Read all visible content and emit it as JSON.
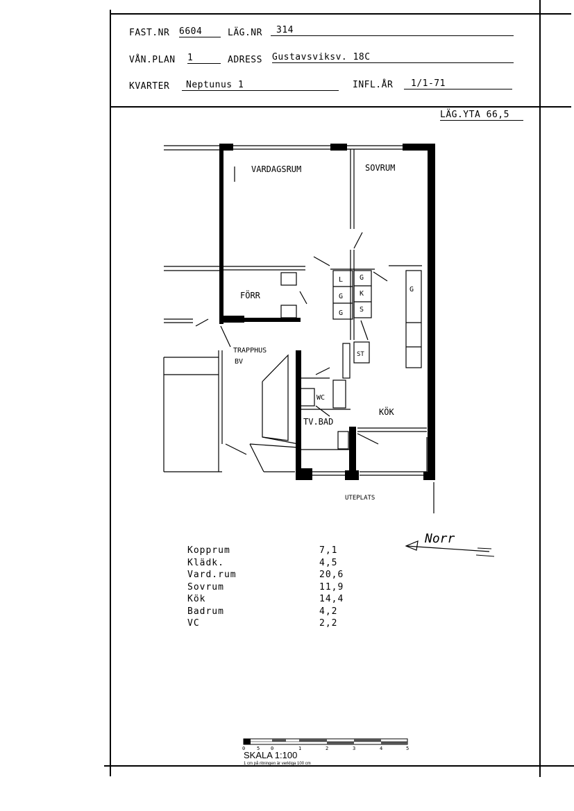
{
  "header": {
    "fast_nr_label": "FAST.NR",
    "fast_nr_value": "6604",
    "lag_nr_label": "LÄG.NR",
    "lag_nr_value": "314",
    "van_plan_label": "VÅN.PLAN",
    "van_plan_value": "1",
    "adress_label": "ADRESS",
    "adress_value": "Gustavsviksv. 18C",
    "kvarter_label": "KVARTER",
    "kvarter_value": "Neptunus 1",
    "infl_ar_label": "INFL.ÅR",
    "infl_ar_value": "1/1-71",
    "lag_yta": "LÄG.YTA 66,5"
  },
  "plan": {
    "rooms": {
      "vardagsrum": "VARDAGSRUM",
      "sovrum": "SOVRUM",
      "forr": "FÖRR",
      "trapphus": "TRAPPHUS",
      "bv": "BV",
      "wc": "WC",
      "tvbad": "TV.BAD",
      "kok": "KÖK",
      "uteplats": "UTEPLATS"
    },
    "cabinets": [
      "L",
      "G",
      "G",
      "G",
      "K",
      "S",
      "G",
      "ST"
    ],
    "north": "Norr"
  },
  "areas": [
    {
      "name": "Kopprum",
      "value": "7,1"
    },
    {
      "name": "Klädk.",
      "value": "4,5"
    },
    {
      "name": "Vard.rum",
      "value": "20,6"
    },
    {
      "name": "Sovrum",
      "value": "11,9"
    },
    {
      "name": "Kök",
      "value": "14,4"
    },
    {
      "name": "Badrum",
      "value": "4,2"
    },
    {
      "name": "VC",
      "value": "2,2"
    }
  ],
  "scale": {
    "title": "SKALA 1:100",
    "subtitle": "1 cm på ritningen är verkliga 100 cm",
    "ticks": [
      "0",
      "5",
      "0",
      "1",
      "2",
      "3",
      "4",
      "5"
    ]
  }
}
